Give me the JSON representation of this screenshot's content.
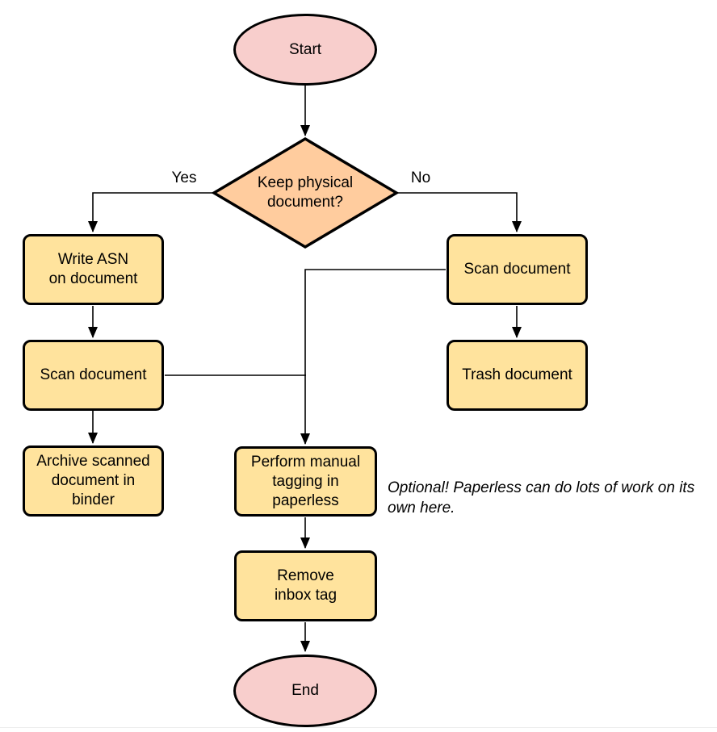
{
  "diagram": {
    "nodes": {
      "start": {
        "label": "Start",
        "type": "terminal"
      },
      "decision": {
        "label": "Keep physical\ndocument?",
        "type": "decision"
      },
      "write_asn": {
        "label": "Write ASN\non document",
        "type": "process"
      },
      "scan_left": {
        "label": "Scan document",
        "type": "process"
      },
      "archive": {
        "label": "Archive scanned\ndocument in\nbinder",
        "type": "process"
      },
      "scan_right": {
        "label": "Scan document",
        "type": "process"
      },
      "trash": {
        "label": "Trash document",
        "type": "process"
      },
      "tagging": {
        "label": "Perform manual\ntagging in\npaperless",
        "type": "process"
      },
      "remove_inbox": {
        "label": "Remove\ninbox tag",
        "type": "process"
      },
      "end": {
        "label": "End",
        "type": "terminal"
      }
    },
    "edge_labels": {
      "yes": "Yes",
      "no": "No"
    },
    "note": "Optional! Paperless can do lots of work on its own here.",
    "colors": {
      "terminal-fill": "#f8cecc",
      "decision-fill": "#ffcc9e",
      "process-fill": "#ffe39d",
      "stroke": "#000000",
      "note-text": "#000000"
    }
  }
}
